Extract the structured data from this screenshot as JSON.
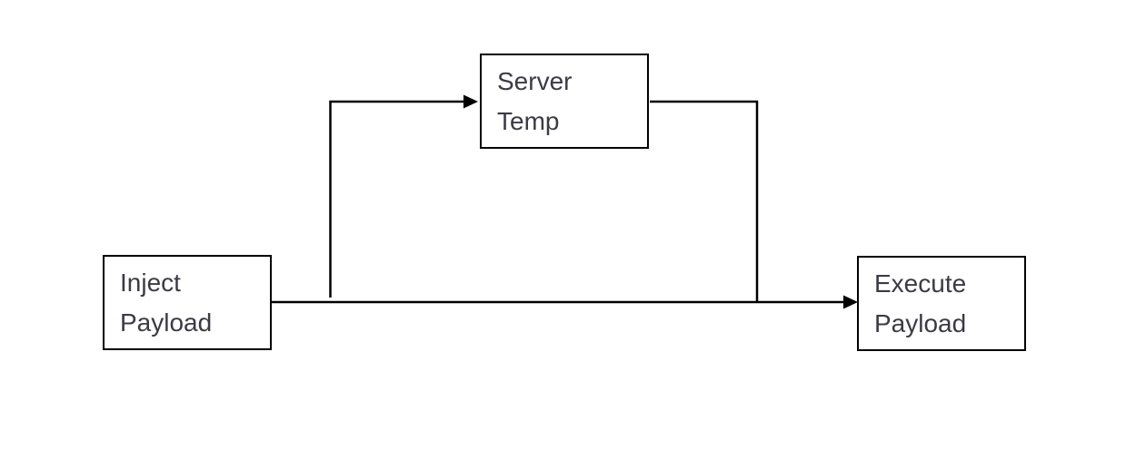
{
  "diagram": {
    "type": "flowchart",
    "background_color": "#ffffff",
    "nodes": [
      {
        "id": "inject-payload",
        "line1": "Inject",
        "line2": "Payload",
        "label": "Inject Payload"
      },
      {
        "id": "server-temp",
        "line1": "Server",
        "line2": "Temp",
        "label": "Server Temp"
      },
      {
        "id": "execute-payload",
        "line1": "Execute",
        "line2": "Payload",
        "label": "Execute Payload"
      }
    ],
    "edges": [
      {
        "from": "inject-payload",
        "to": "server-temp",
        "style": "elbow, up then right, arrowhead into left side of Server Temp"
      },
      {
        "from": "server-temp",
        "to": "execute-payload",
        "style": "elbow, right then down, merges into main horizontal line"
      },
      {
        "from": "inject-payload",
        "to": "execute-payload",
        "style": "straight horizontal, arrowhead into left side of Execute Payload"
      }
    ],
    "colors": {
      "node_border": "#000000",
      "node_fill": "#ffffff",
      "text": "#3b3b44",
      "edge": "#000000"
    }
  }
}
